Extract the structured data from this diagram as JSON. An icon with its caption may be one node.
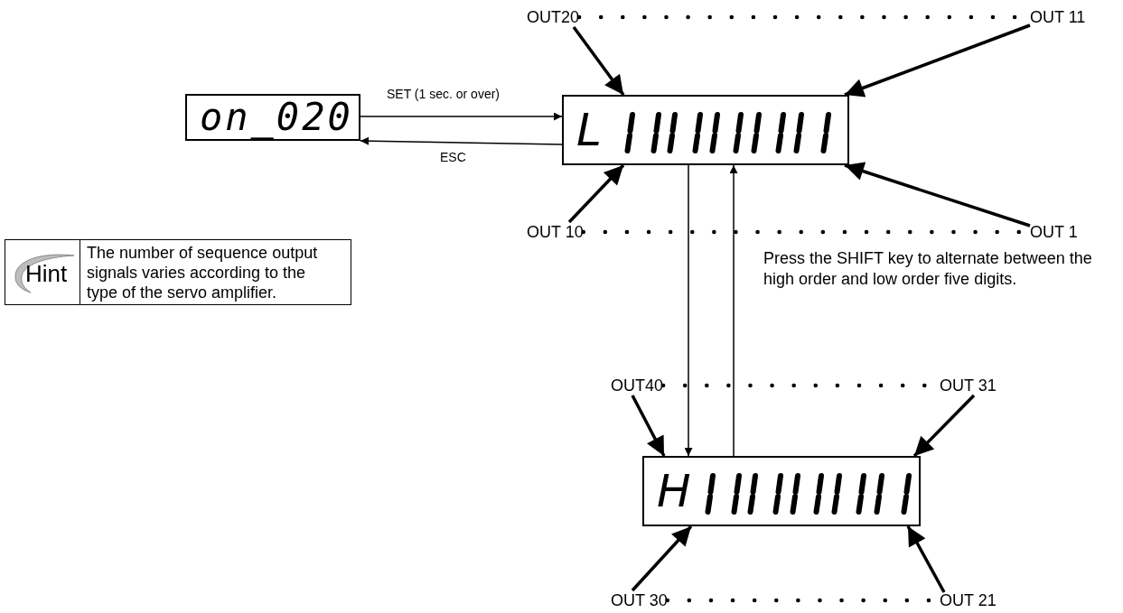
{
  "diagram": {
    "nodes": [
      {
        "text": [
          "on_020"
        ]
      },
      {
        "text": [
          "Hint",
          "The number of sequence output signals varies according to the type of the servo amplifier."
        ]
      },
      {
        "text": [
          "OUT20"
        ]
      },
      {
        "text": [
          "OUT 11"
        ]
      },
      {
        "text": [
          "L"
        ]
      },
      {
        "text": [
          "OUT 10"
        ]
      },
      {
        "text": [
          "OUT 1"
        ]
      },
      {
        "text": [
          "OUT40"
        ]
      },
      {
        "text": [
          "OUT 31"
        ]
      },
      {
        "text": [
          "H"
        ]
      },
      {
        "text": [
          "OUT 30"
        ]
      },
      {
        "text": [
          "OUT 21"
        ]
      }
    ],
    "edges": [
      {
        "from": 0,
        "to": 4,
        "arrow": "to",
        "label": "SET (1 sec. or over)"
      },
      {
        "from": 4,
        "to": 0,
        "arrow": "to",
        "label": "ESC"
      },
      {
        "from": 2,
        "to": 4,
        "arrow": "to"
      },
      {
        "from": 3,
        "to": 4,
        "arrow": "to"
      },
      {
        "from": 5,
        "to": 4,
        "arrow": "to"
      },
      {
        "from": 6,
        "to": 4,
        "arrow": "to"
      },
      {
        "from": 2,
        "to": 3,
        "arrow": "none",
        "style": "dashed"
      },
      {
        "from": 5,
        "to": 6,
        "arrow": "none",
        "style": "dashed"
      },
      {
        "from": 4,
        "to": 9,
        "arrow": "to"
      },
      {
        "from": 9,
        "to": 4,
        "arrow": "to"
      },
      {
        "from": 7,
        "to": 9,
        "arrow": "to"
      },
      {
        "from": 8,
        "to": 9,
        "arrow": "to"
      },
      {
        "from": 10,
        "to": 9,
        "arrow": "to"
      },
      {
        "from": 11,
        "to": 9,
        "arrow": "to"
      },
      {
        "from": 7,
        "to": 8,
        "arrow": "none",
        "style": "dashed"
      },
      {
        "from": 10,
        "to": 11,
        "arrow": "none",
        "style": "dashed"
      }
    ],
    "labels": [
      "Press the SHIFT key to alternate between the high order and low order five digits."
    ]
  }
}
